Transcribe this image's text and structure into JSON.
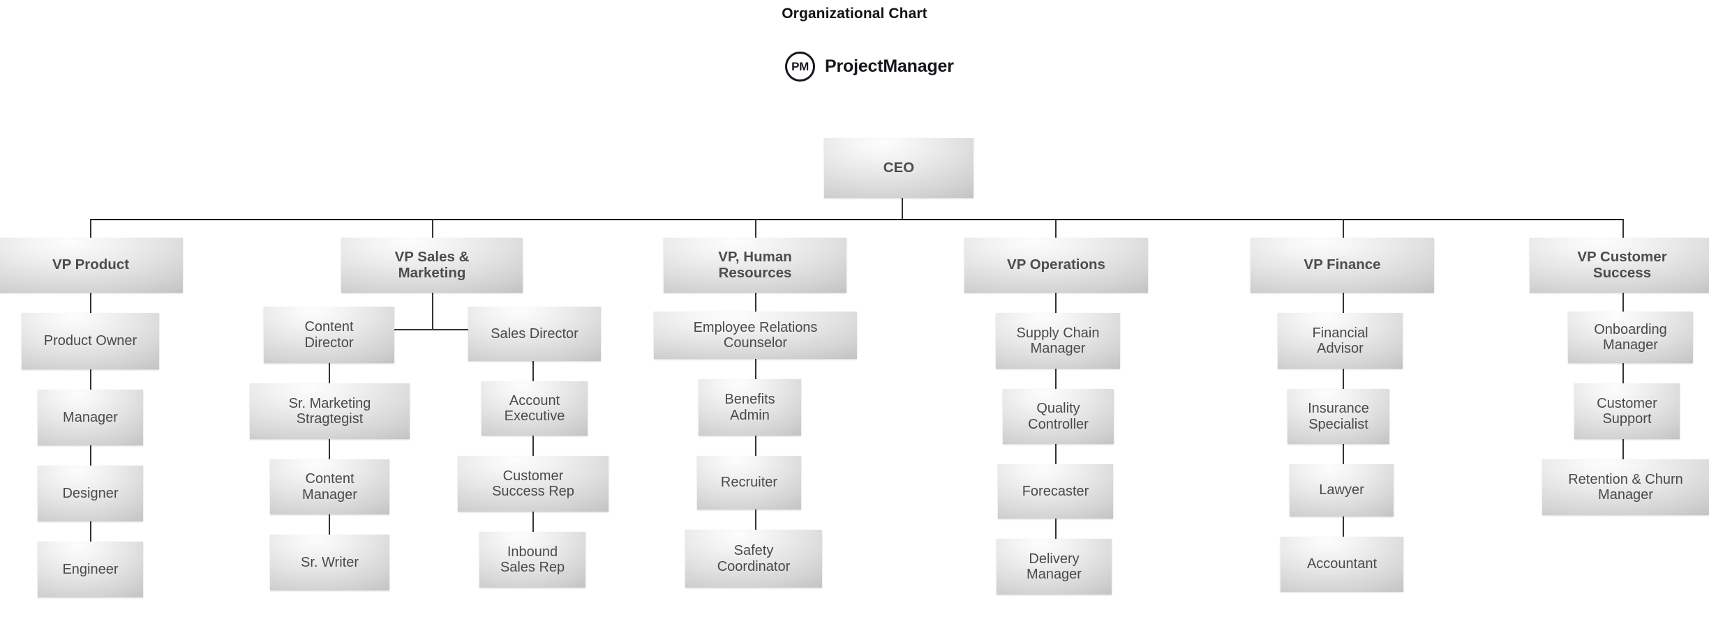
{
  "header": {
    "title": "Organizational Chart",
    "brand_initials": "PM",
    "brand_name": "ProjectManager",
    "brand_icon": "pm-circle-logo"
  },
  "colors": {
    "box_light": "#fdfdfd",
    "box_dark": "#b2b2b2",
    "text": "#4a4a4a",
    "connector": "#333333",
    "bus": "#000000",
    "title_text": "#111318"
  },
  "chart_data": {
    "type": "org-chart",
    "title": "Organizational Chart",
    "root": "CEO",
    "nodes": [
      {
        "id": "ceo",
        "label": "CEO",
        "level": 0,
        "bold": true
      },
      {
        "id": "vp-product",
        "label": "VP Product",
        "level": 1,
        "bold": true
      },
      {
        "id": "product-owner",
        "label": "Product Owner",
        "level": 2,
        "parent": "vp-product"
      },
      {
        "id": "manager",
        "label": "Manager",
        "level": 3,
        "parent": "product-owner"
      },
      {
        "id": "designer",
        "label": "Designer",
        "level": 4,
        "parent": "manager"
      },
      {
        "id": "engineer",
        "label": "Engineer",
        "level": 5,
        "parent": "designer"
      },
      {
        "id": "vp-sales-marketing",
        "label": "VP Sales &\nMarketing",
        "level": 1,
        "bold": true
      },
      {
        "id": "content-director",
        "label": "Content\nDirector",
        "level": 2,
        "parent": "vp-sales-marketing"
      },
      {
        "id": "sr-marketing-stragtegist",
        "label": "Sr. Marketing\nStragtegist",
        "level": 3,
        "parent": "content-director"
      },
      {
        "id": "content-manager",
        "label": "Content\nManager",
        "level": 4,
        "parent": "sr-marketing-stragtegist"
      },
      {
        "id": "sr-writer",
        "label": "Sr. Writer",
        "level": 5,
        "parent": "content-manager"
      },
      {
        "id": "sales-director",
        "label": "Sales Director",
        "level": 2,
        "parent": "vp-sales-marketing"
      },
      {
        "id": "account-executive",
        "label": "Account\nExecutive",
        "level": 3,
        "parent": "sales-director"
      },
      {
        "id": "customer-success-rep",
        "label": "Customer\nSuccess Rep",
        "level": 4,
        "parent": "account-executive"
      },
      {
        "id": "inbound-sales-rep",
        "label": "Inbound\nSales Rep",
        "level": 5,
        "parent": "customer-success-rep"
      },
      {
        "id": "vp-human-resources",
        "label": "VP, Human\nResources",
        "level": 1,
        "bold": true
      },
      {
        "id": "employee-relations-counselor",
        "label": "Employee Relations\nCounselor",
        "level": 2,
        "parent": "vp-human-resources"
      },
      {
        "id": "benefits-admin",
        "label": "Benefits\nAdmin",
        "level": 3,
        "parent": "employee-relations-counselor"
      },
      {
        "id": "recruiter",
        "label": "Recruiter",
        "level": 4,
        "parent": "benefits-admin"
      },
      {
        "id": "safety-coordinator",
        "label": "Safety\nCoordinator",
        "level": 5,
        "parent": "recruiter"
      },
      {
        "id": "vp-operations",
        "label": "VP Operations",
        "level": 1,
        "bold": true
      },
      {
        "id": "supply-chain-manager",
        "label": "Supply Chain\nManager",
        "level": 2,
        "parent": "vp-operations"
      },
      {
        "id": "quality-controller",
        "label": "Quality\nController",
        "level": 3,
        "parent": "supply-chain-manager"
      },
      {
        "id": "forecaster",
        "label": "Forecaster",
        "level": 4,
        "parent": "quality-controller"
      },
      {
        "id": "delivery-manager",
        "label": "Delivery\nManager",
        "level": 5,
        "parent": "forecaster"
      },
      {
        "id": "vp-finance",
        "label": "VP Finance",
        "level": 1,
        "bold": true
      },
      {
        "id": "financial-advisor",
        "label": "Financial\nAdvisor",
        "level": 2,
        "parent": "vp-finance"
      },
      {
        "id": "insurance-specialist",
        "label": "Insurance\nSpecialist",
        "level": 3,
        "parent": "financial-advisor"
      },
      {
        "id": "lawyer",
        "label": "Lawyer",
        "level": 4,
        "parent": "insurance-specialist"
      },
      {
        "id": "accountant",
        "label": "Accountant",
        "level": 5,
        "parent": "lawyer"
      },
      {
        "id": "vp-customer-success",
        "label": "VP Customer\nSuccess",
        "level": 1,
        "bold": true
      },
      {
        "id": "onboarding-manager",
        "label": "Onboarding\nManager",
        "level": 2,
        "parent": "vp-customer-success"
      },
      {
        "id": "customer-support",
        "label": "Customer\nSupport",
        "level": 3,
        "parent": "onboarding-manager"
      },
      {
        "id": "retention-churn-manager",
        "label": "Retention & Churn\nManager",
        "level": 4,
        "parent": "customer-support"
      }
    ],
    "departments": [
      "VP Product",
      "VP Sales & Marketing",
      "VP, Human Resources",
      "VP Operations",
      "VP Finance",
      "VP Customer Success"
    ],
    "node_count": 34,
    "depth": 6
  }
}
